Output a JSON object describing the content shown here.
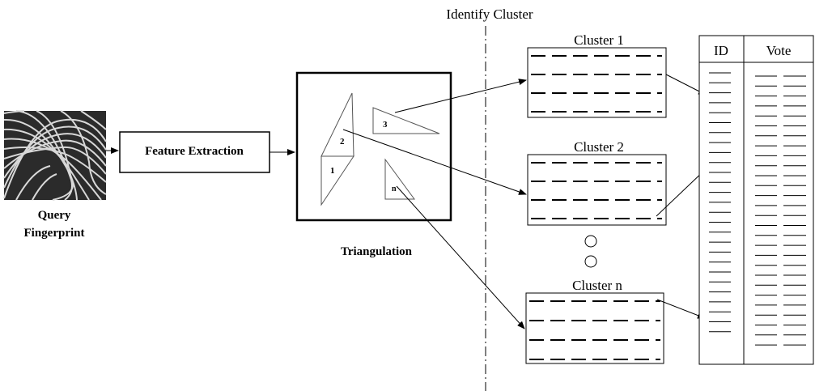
{
  "fingerprint_label": [
    "Query",
    "Fingerprint"
  ],
  "feature_extraction": "Feature Extraction",
  "triangulation": "Triangulation",
  "identify_cluster": "Identify Cluster",
  "triangles": [
    "1",
    "2",
    "3",
    "n"
  ],
  "clusters": [
    "Cluster 1",
    "Cluster 2",
    "Cluster n"
  ],
  "table": {
    "id_header": "ID",
    "vote_header": "Vote"
  }
}
